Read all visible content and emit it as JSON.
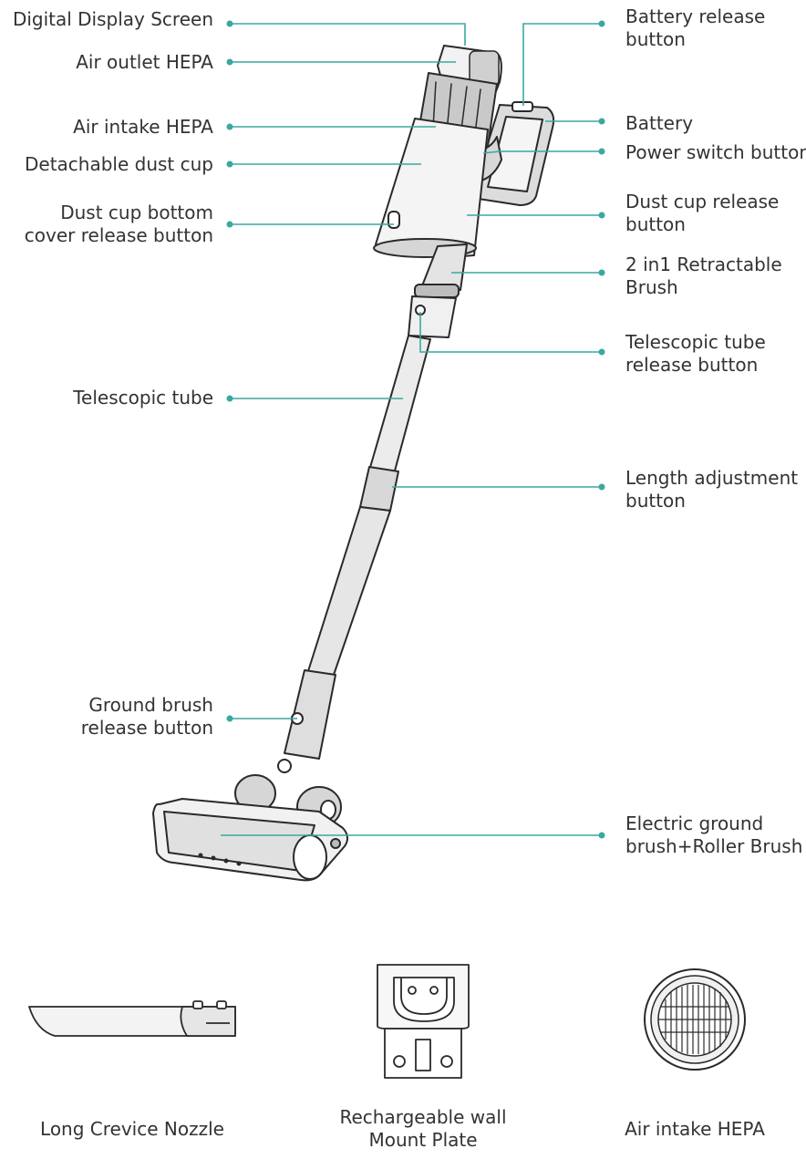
{
  "labels_left": [
    {
      "id": "digital-display-screen",
      "text": "Digital Display Screen"
    },
    {
      "id": "air-outlet-hepa",
      "text": "Air outlet HEPA"
    },
    {
      "id": "air-intake-hepa",
      "text": "Air intake HEPA"
    },
    {
      "id": "detachable-dust-cup",
      "text": "Detachable dust cup"
    },
    {
      "id": "dust-cup-bottom-cover",
      "line1": "Dust cup bottom",
      "line2": "cover release button"
    },
    {
      "id": "telescopic-tube",
      "text": "Telescopic tube"
    },
    {
      "id": "ground-brush-release",
      "line1": "Ground brush",
      "line2": "release button"
    }
  ],
  "labels_right": [
    {
      "id": "battery-release",
      "line1": "Battery release",
      "line2": "button"
    },
    {
      "id": "battery",
      "text": "Battery"
    },
    {
      "id": "power-switch",
      "text": "Power switch button"
    },
    {
      "id": "dust-cup-release",
      "line1": "Dust cup release",
      "line2": "button"
    },
    {
      "id": "retractable-brush",
      "line1": "2 in1 Retractable",
      "line2": "Brush"
    },
    {
      "id": "telescopic-tube-release",
      "line1": "Telescopic tube",
      "line2": "release button"
    },
    {
      "id": "length-adjustment",
      "line1": "Length adjustment",
      "line2": "button"
    },
    {
      "id": "electric-ground-brush",
      "line1": "Electric ground",
      "line2": "brush+Roller Brush"
    }
  ],
  "accessories": [
    {
      "id": "long-crevice-nozzle",
      "text": "Long Crevice Nozzle"
    },
    {
      "id": "wall-mount",
      "line1": "Rechargeable wall",
      "line2": "Mount Plate"
    },
    {
      "id": "air-intake-hepa-acc",
      "text": "Air intake HEPA"
    }
  ],
  "colors": {
    "leader": "#3aa8a0",
    "outline": "#2a2a2a",
    "fill": "#e9e9e9"
  }
}
